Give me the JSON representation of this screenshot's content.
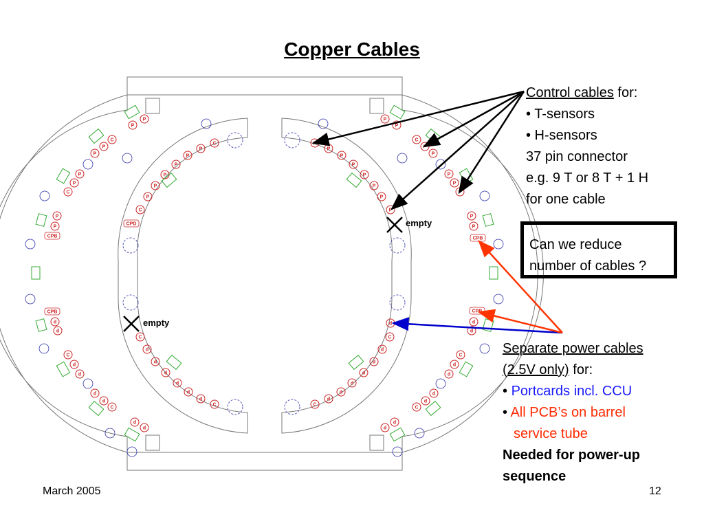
{
  "title": "Copper Cables",
  "control": {
    "heading": "Control cables",
    "heading_suffix": " for:",
    "items": [
      "• T-sensors",
      "• H-sensors"
    ],
    "lines": [
      "37 pin connector",
      "e.g. 9 T or 8 T + 1 H",
      "for one cable"
    ]
  },
  "question": {
    "line1": "Can we reduce",
    "line2": "number of cables ?"
  },
  "power": {
    "heading1": "Separate power cables",
    "heading2": "(2.5V only)",
    "heading2_suffix": " for:",
    "bullet": "•",
    "item1": "Portcards incl. CCU",
    "item2_line1": "All PCB’s on barrel",
    "item2_line2": "service tube",
    "note_line1": "Needed for power-up",
    "note_line2": "sequence"
  },
  "diagram": {
    "empty_label": "empty",
    "connector_labels": {
      "p": "P",
      "c": "C",
      "d": "d",
      "cpb": "CPB",
      "cpd": "CPD"
    },
    "colors": {
      "outline": "#777777",
      "connector": "#cc2222",
      "box": "#33aa33",
      "hole": "#3333aa",
      "control_arrow": "#000000",
      "portcard_arrow": "#0000cc",
      "pcb_arrow": "#ff3300"
    }
  },
  "footer": {
    "date": "March 2005",
    "page": "12"
  }
}
